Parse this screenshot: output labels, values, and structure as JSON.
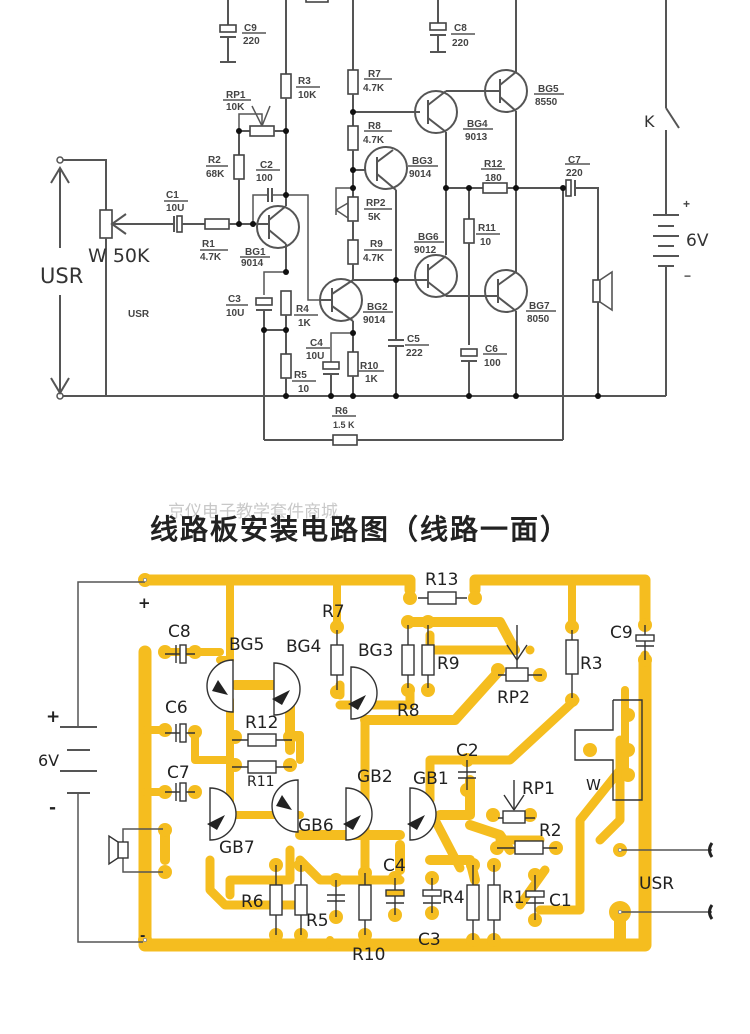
{
  "schematic": {
    "components": {
      "C9": {
        "ref": "C9",
        "value": "220"
      },
      "C8": {
        "ref": "C8",
        "value": "220"
      },
      "RP1": {
        "ref": "RP1",
        "value": "10K"
      },
      "R2": {
        "ref": "R2",
        "value": "68K"
      },
      "R3": {
        "ref": "R3",
        "value": "10K"
      },
      "C2": {
        "ref": "C2",
        "value": "100"
      },
      "C1": {
        "ref": "C1",
        "value": "10U"
      },
      "R1": {
        "ref": "R1",
        "value": "4.7K"
      },
      "BG1": {
        "ref": "BG1",
        "value": "9014"
      },
      "C3": {
        "ref": "C3",
        "value": "10U"
      },
      "R4": {
        "ref": "R4",
        "value": "1K"
      },
      "R5": {
        "ref": "R5",
        "value": "10"
      },
      "C4": {
        "ref": "C4",
        "value": "10U"
      },
      "R10": {
        "ref": "R10",
        "value": "1K"
      },
      "R6": {
        "ref": "R6",
        "value": "1.5 K"
      },
      "R7": {
        "ref": "R7",
        "value": "4.7K"
      },
      "R8": {
        "ref": "R8",
        "value": "4.7K"
      },
      "BG3": {
        "ref": "BG3",
        "value": "9014"
      },
      "RP2": {
        "ref": "RP2",
        "value": "5K"
      },
      "R9": {
        "ref": "R9",
        "value": "4.7K"
      },
      "BG2": {
        "ref": "BG2",
        "value": "9014"
      },
      "C5": {
        "ref": "C5",
        "value": "222"
      },
      "BG4": {
        "ref": "BG4",
        "value": "9013"
      },
      "BG5": {
        "ref": "BG5",
        "value": "8550"
      },
      "R12": {
        "ref": "R12",
        "value": "180"
      },
      "R11": {
        "ref": "R11",
        "value": "10"
      },
      "BG6": {
        "ref": "BG6",
        "value": "9012"
      },
      "BG7": {
        "ref": "BG7",
        "value": "8050"
      },
      "C6": {
        "ref": "C6",
        "value": "100"
      },
      "C7": {
        "ref": "C7",
        "value": "220"
      }
    },
    "volume_pot": "W 50K",
    "input_label": "USR",
    "input_small_label": "USR",
    "switch_label": "K",
    "battery_label": "6V",
    "battery_plus": "+",
    "battery_minus": "−"
  },
  "watermark": "京仪电子教学套件商城",
  "pcb_title": "线路板安装电路图（线路一面）",
  "pcb": {
    "labels": {
      "R13": "R13",
      "R7": "R7",
      "C8": "C8",
      "BG5": "BG5",
      "BG4": "BG4",
      "BG3": "BG3",
      "R9": "R9",
      "R8": "R8",
      "RP2": "RP2",
      "R3": "R3",
      "C9": "C9",
      "C6": "C6",
      "R12": "R12",
      "R11": "R11",
      "C7": "C7",
      "C2": "C2",
      "GB2": "GB2",
      "GB1": "GB1",
      "RP1": "RP1",
      "W": "W",
      "R2": "R2",
      "GB6": "GB6",
      "GB7": "GB7",
      "C4": "C4",
      "R6": "R6",
      "R5": "R5",
      "R4": "R4",
      "R1": "R1",
      "C1": "C1",
      "C3": "C3",
      "R10": "R10",
      "USR": "USR"
    },
    "battery_label": "6V",
    "battery_plus": "+",
    "battery_minus": "-",
    "board_plus": "+",
    "board_minus": "-",
    "trace_color": "#f5bd1f"
  }
}
